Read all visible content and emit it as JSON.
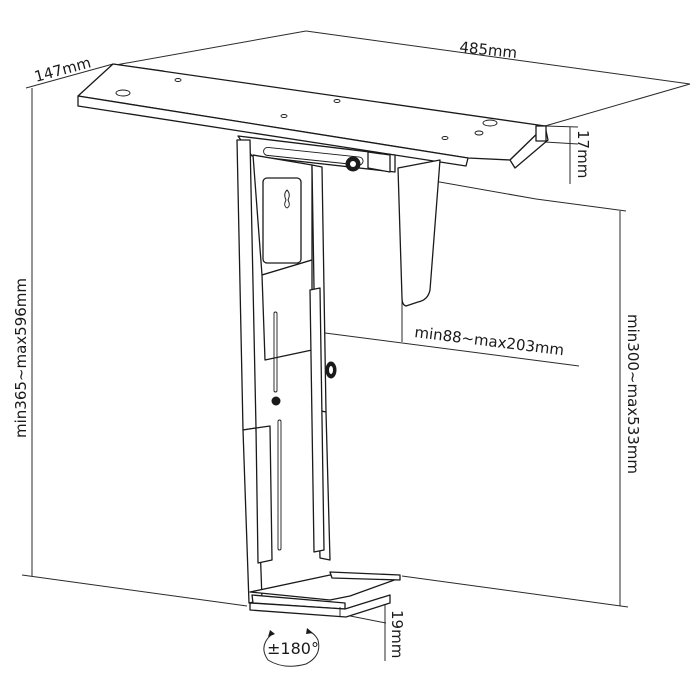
{
  "diagram": {
    "subject": "Under-desk CPU holder with swivel",
    "dimensions": {
      "depth": "147mm",
      "width": "485mm",
      "plate_thickness": "17mm",
      "overall_height": "min365~max596mm",
      "inner_height": "min300~max533mm",
      "inner_width": "min88~max203mm",
      "base_thickness": "19mm",
      "rotation": "±180°"
    }
  }
}
